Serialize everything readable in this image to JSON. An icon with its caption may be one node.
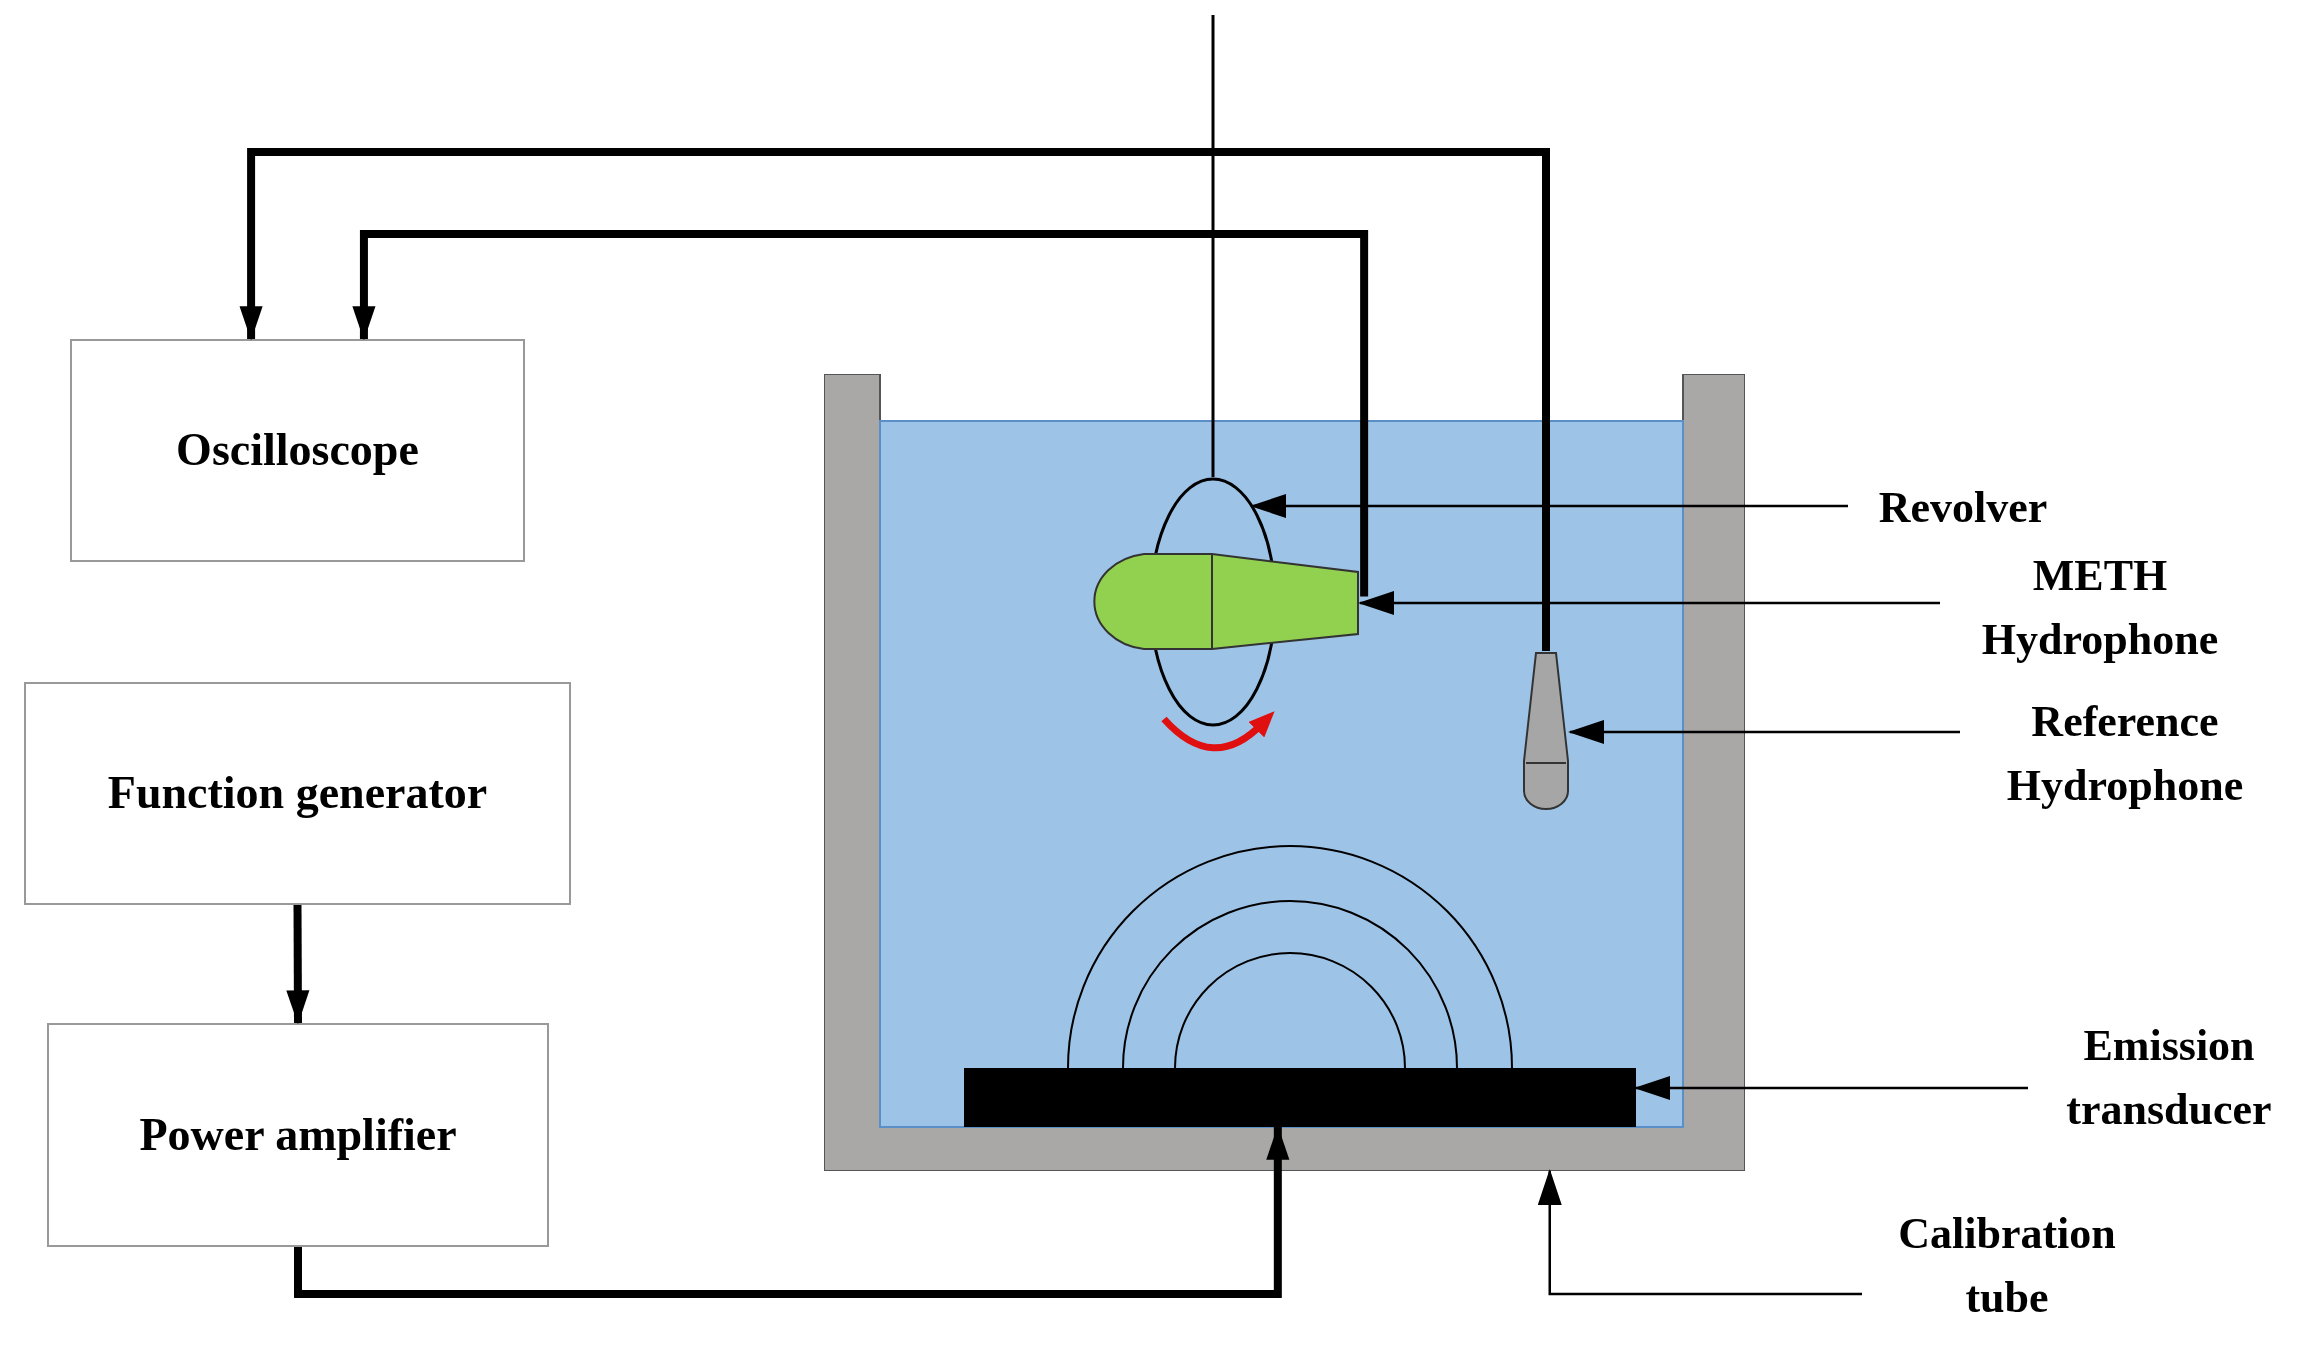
{
  "diagram": {
    "nodes": [
      {
        "text": [
          "Oscilloscope"
        ]
      },
      {
        "text": [
          "Function generator"
        ]
      },
      {
        "text": [
          "Power amplifier"
        ]
      },
      {
        "text": [],
        "shape": "box"
      },
      {
        "text": [],
        "shape": "ellipse",
        "in": 3
      },
      {
        "text": [],
        "shape": "picture",
        "in": 3
      },
      {
        "text": [],
        "shape": "picture",
        "in": 3
      },
      {
        "text": [],
        "shape": "bar",
        "in": 3
      },
      {
        "text": [
          "Revolver"
        ]
      },
      {
        "text": [
          "METH Hydrophone"
        ]
      },
      {
        "text": [
          "Reference Hydrophone"
        ]
      },
      {
        "text": [
          "Emission transducer"
        ]
      },
      {
        "text": [
          "Calibration tube"
        ]
      }
    ],
    "edges": [
      {
        "from": 6,
        "to": 0,
        "arrow": "to",
        "style": "thick"
      },
      {
        "from": 5,
        "to": 0,
        "arrow": "to",
        "style": "thick"
      },
      {
        "from": 1,
        "to": 2,
        "arrow": "to",
        "style": "thick"
      },
      {
        "from": 2,
        "to": 7,
        "arrow": "to",
        "style": "thick"
      },
      {
        "from": 8,
        "to": 4,
        "arrow": "to"
      },
      {
        "from": 9,
        "to": 5,
        "arrow": "to"
      },
      {
        "from": 10,
        "to": 6,
        "arrow": "to"
      },
      {
        "from": 11,
        "to": 7,
        "arrow": "to"
      },
      {
        "from": 12,
        "to": 3,
        "arrow": "to"
      }
    ]
  }
}
